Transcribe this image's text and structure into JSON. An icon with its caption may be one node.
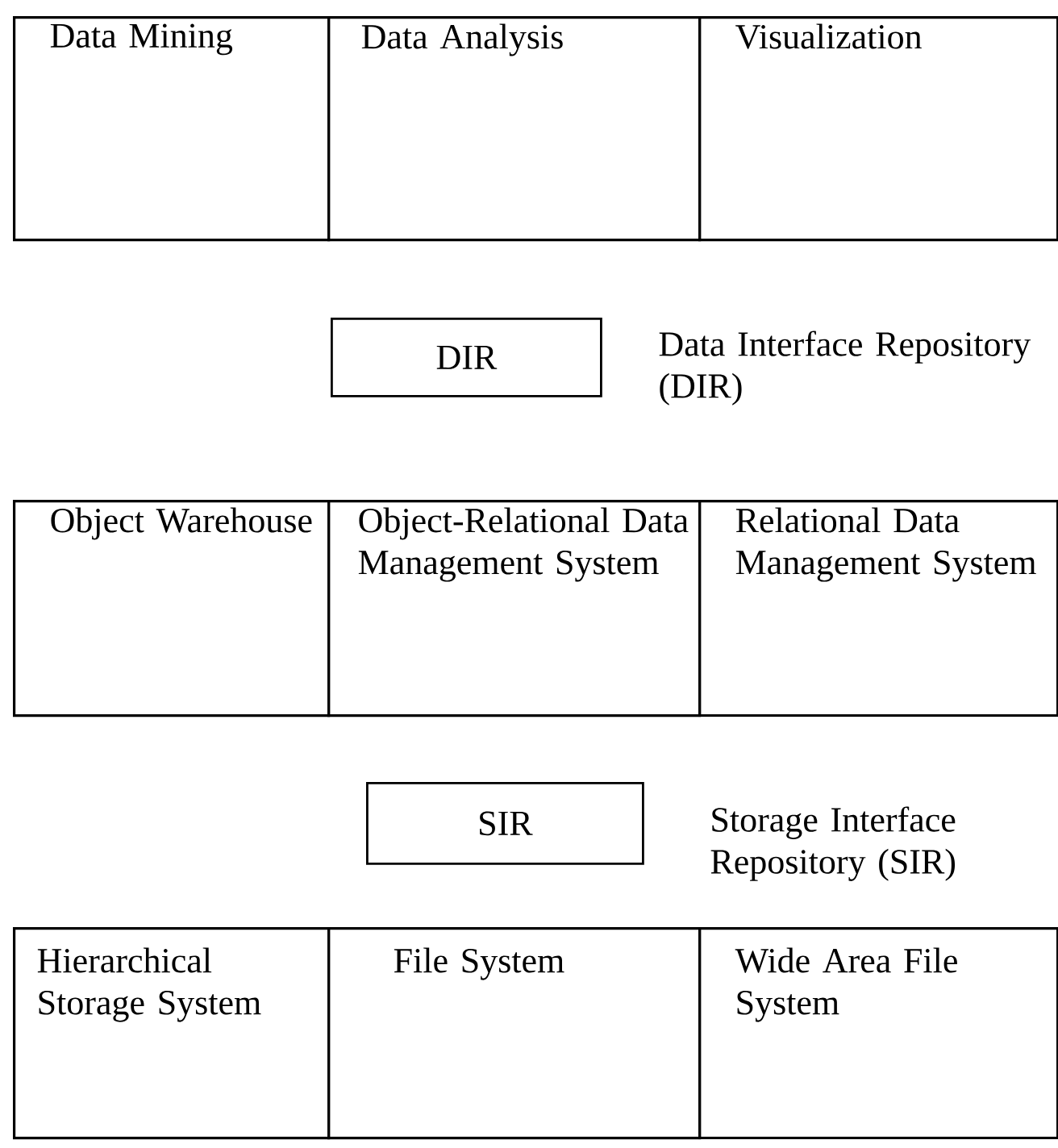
{
  "diagram": {
    "nodes": [
      {
        "text": [
          "Data Mining"
        ]
      },
      {
        "text": [
          "Data Analysis"
        ]
      },
      {
        "text": [
          "Visualization"
        ]
      },
      {
        "text": [
          "DIR"
        ],
        "beside": [
          "Data Interface Repository (DIR)"
        ]
      },
      {
        "text": [
          "Object Warehouse"
        ]
      },
      {
        "text": [
          "Object-Relational Data Management System"
        ]
      },
      {
        "text": [
          "Relational Data Management System"
        ]
      },
      {
        "text": [
          "SIR"
        ],
        "beside": [
          "Storage Interface Repository (SIR)"
        ]
      },
      {
        "text": [
          "Hierarchical Storage System"
        ]
      },
      {
        "text": [
          "File System"
        ]
      },
      {
        "text": [
          "Wide Area File System"
        ]
      }
    ]
  }
}
